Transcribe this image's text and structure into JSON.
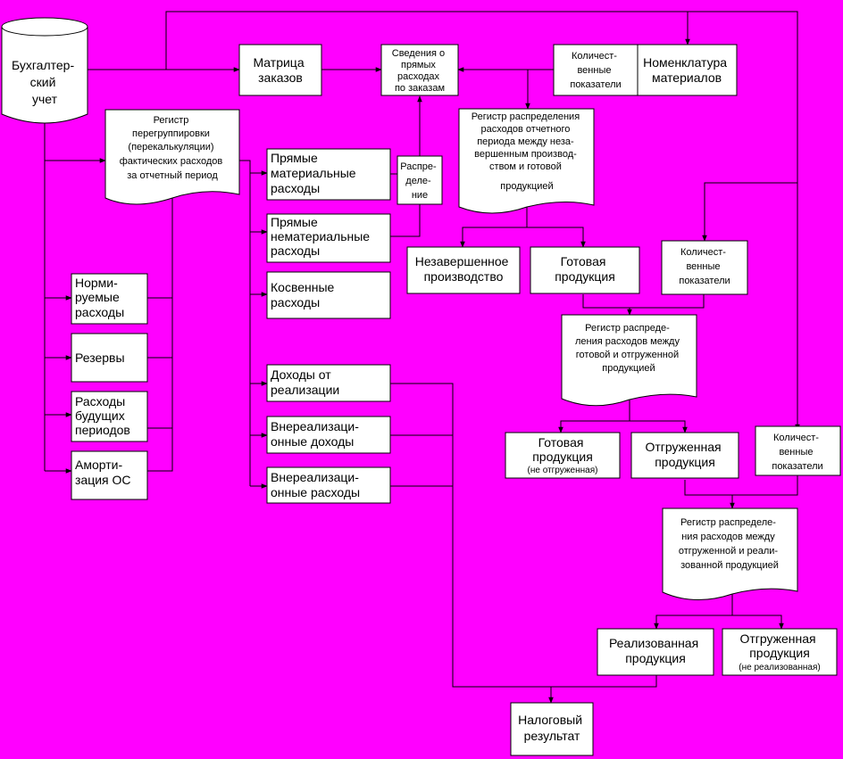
{
  "nodes": {
    "accounting": {
      "lines": [
        "Бухгалтер-",
        "ский",
        "учет"
      ]
    },
    "matrix": {
      "lines": [
        "Матрица",
        "заказов"
      ]
    },
    "direct_info": {
      "lines": [
        "Сведения о",
        "прямых",
        "расходах",
        "по заказам"
      ]
    },
    "qty1": {
      "lines": [
        "Количест-",
        "венные",
        "показатели"
      ]
    },
    "nomenclature": {
      "lines": [
        "Номенклатура",
        "материалов"
      ]
    },
    "regroup_register": {
      "lines": [
        "Регистр",
        "перегруппировки",
        "(перекалькуляции)",
        "фактических расходов",
        "за отчетный период"
      ]
    },
    "period_register": {
      "lines": [
        "Регистр распределения",
        "расходов отчетного",
        "периода между неза-",
        "вершенным производ-",
        "ством и готовой",
        "продукцией"
      ]
    },
    "direct_material": {
      "lines": [
        "Прямые",
        "материальные",
        "расходы"
      ]
    },
    "distribution": {
      "lines": [
        "Распре-",
        "деле-",
        "ние"
      ]
    },
    "direct_nonmaterial": {
      "lines": [
        "Прямые",
        "нематериальные",
        "расходы"
      ]
    },
    "indirect": {
      "lines": [
        "Косвенные",
        "расходы"
      ]
    },
    "wip": {
      "lines": [
        "Незавершенное",
        "производство"
      ]
    },
    "finished1": {
      "lines": [
        "Готовая",
        "продукция"
      ]
    },
    "qty2": {
      "lines": [
        "Количест-",
        "венные",
        "показатели"
      ]
    },
    "normed": {
      "lines": [
        "Норми-",
        "руемые",
        "расходы"
      ]
    },
    "reserves": {
      "lines": [
        "Резервы"
      ]
    },
    "future": {
      "lines": [
        "Расходы",
        "будущих",
        "периодов"
      ]
    },
    "amort": {
      "lines": [
        "Аморти-",
        "зация ОС"
      ]
    },
    "register_fin_ship": {
      "lines": [
        "Регистр распреде-",
        "ления расходов между",
        "готовой и отгруженной",
        "продукцией"
      ]
    },
    "sales_income": {
      "lines": [
        "Доходы от",
        "реализации"
      ]
    },
    "nonop_income": {
      "lines": [
        "Внереализаци-",
        "онные доходы"
      ]
    },
    "nonop_expense": {
      "lines": [
        "Внереализаци-",
        "онные расходы"
      ]
    },
    "finished2": {
      "lines": [
        "Готовая",
        "продукция"
      ],
      "note": "(не отгруженная)"
    },
    "shipped1": {
      "lines": [
        "Отгруженная",
        "продукция"
      ]
    },
    "qty3": {
      "lines": [
        "Количест-",
        "венные",
        "показатели"
      ]
    },
    "register_ship_sold": {
      "lines": [
        "Регистр распределе-",
        "ния расходов между",
        "отгруженной и реали-",
        "зованной продукцией"
      ]
    },
    "sold": {
      "lines": [
        "Реализованная",
        "продукция"
      ]
    },
    "shipped2": {
      "lines": [
        "Отгруженная",
        "продукция"
      ],
      "note": "(не реализованная)"
    },
    "tax_result": {
      "lines": [
        "Налоговый",
        "результат"
      ]
    }
  },
  "colors": {
    "background": "#ff00ff",
    "box_fill": "#ffffff",
    "stroke": "#000000"
  }
}
